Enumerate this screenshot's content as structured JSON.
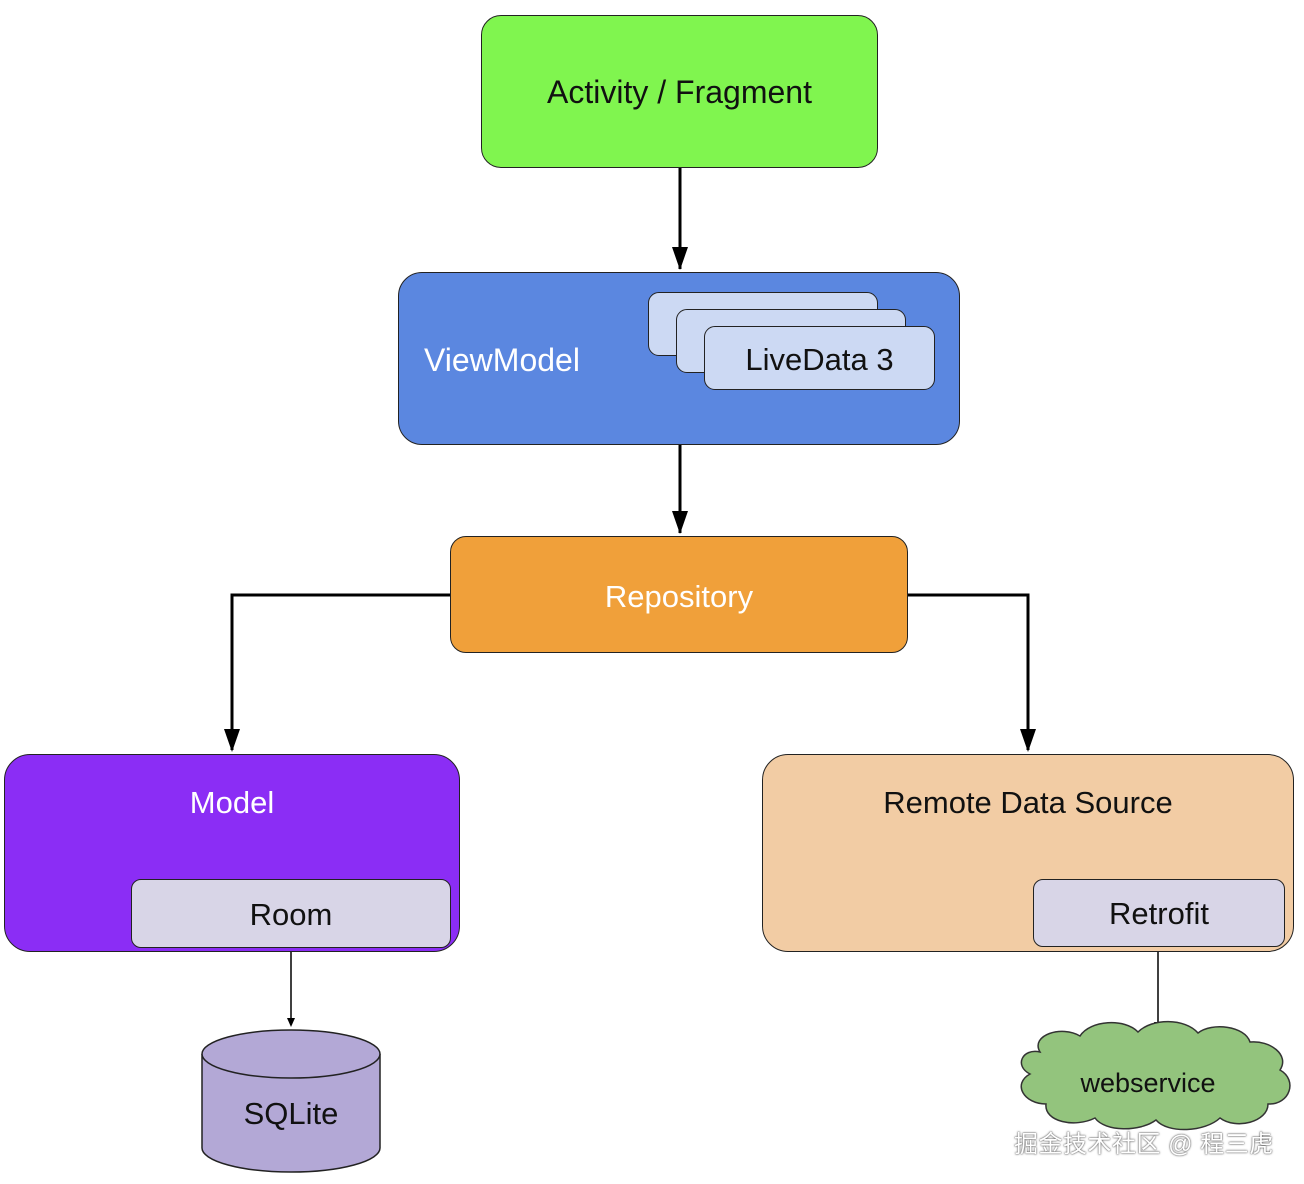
{
  "nodes": {
    "activity": "Activity / Fragment",
    "viewmodel": "ViewModel",
    "livedata": "LiveData 3",
    "repository": "Repository",
    "model": "Model",
    "room": "Room",
    "remote": "Remote Data Source",
    "retrofit": "Retrofit",
    "sqlite": "SQLite",
    "webservice": "webservice"
  },
  "watermark": "掘金技术社区 @ 程三虎",
  "colors": {
    "activity": "#80f54f",
    "viewmodel": "#5b87e0",
    "livedata": "#ccd9f3",
    "repository": "#f0a03a",
    "model": "#8b2df5",
    "remote": "#f2cca4",
    "inner_box": "#d8d5e7",
    "sqlite": "#b3a8d6",
    "webservice": "#93c47d"
  }
}
